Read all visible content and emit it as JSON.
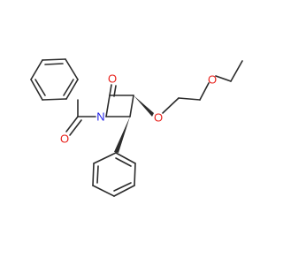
{
  "structure": {
    "atom_labels": {
      "ketone_oxygen": "O",
      "carbonyl_oxygen": "O",
      "ring_nitrogen": "N",
      "ether_oxygen_1": "O",
      "ether_oxygen_2": "O"
    },
    "colors": {
      "bond": "#2b2b2b",
      "oxygen": "#e8201a",
      "nitrogen": "#2020e8"
    }
  }
}
